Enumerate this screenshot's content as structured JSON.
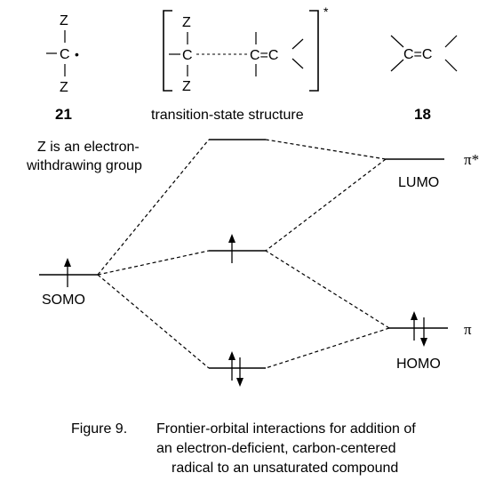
{
  "structures": {
    "radical": {
      "substituent_top": "Z",
      "carbon": "C",
      "substituent_bottom": "Z",
      "radical_dot": "•",
      "label": "21"
    },
    "transition_state": {
      "substituent_top": "Z",
      "carbon": "C",
      "substituent_bottom": "Z",
      "alkene": "C=C",
      "superscript": "*",
      "label": "transition-state structure"
    },
    "alkene": {
      "formula": "C=C",
      "label": "18"
    }
  },
  "note": {
    "line1": "Z is an electron-",
    "line2": "withdrawing group"
  },
  "orbitals": {
    "somo": "SOMO",
    "lumo": "LUMO",
    "homo": "HOMO",
    "pi_star": "π*",
    "pi": "π"
  },
  "caption": {
    "number": "Figure 9.",
    "line1": "Frontier-orbital interactions for addition of",
    "line2": "an electron-deficient, carbon-centered",
    "line3": "radical to an unsaturated compound"
  }
}
